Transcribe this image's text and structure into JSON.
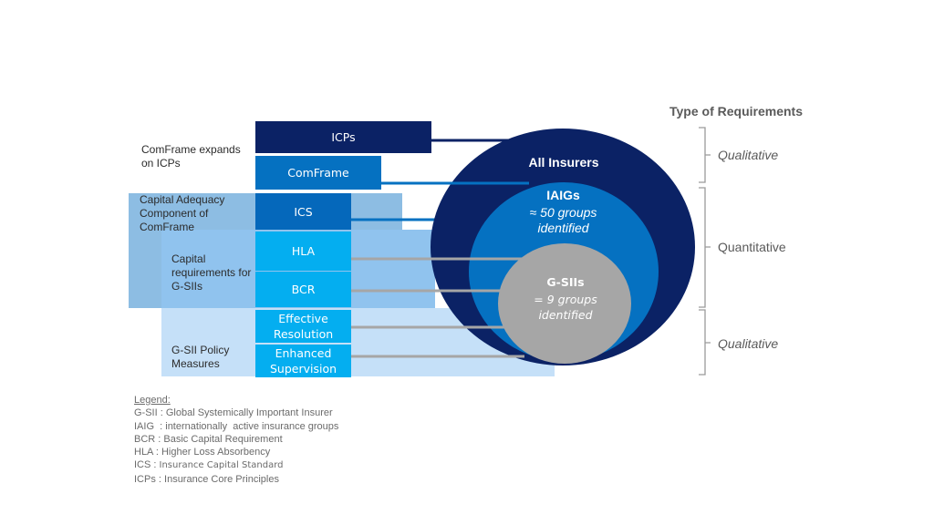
{
  "bands": {
    "comframe_expands": "ComFrame expands on ICPs",
    "capital_adequacy": "Capital Adequacy Component of ComFrame",
    "capital_gsii": "Capital requirements for G-SIIs",
    "gsii_policy": "G-SII Policy Measures"
  },
  "boxes": {
    "icps": "ICPs",
    "comframe": "ComFrame",
    "ics": "ICS",
    "hla": "HLA",
    "bcr": "BCR",
    "effective_resolution": "Effective Resolution",
    "enhanced_supervision": "Enhanced Supervision"
  },
  "circles": {
    "all_insurers": {
      "title": "All Insurers"
    },
    "iaigs": {
      "title": "IAIGs",
      "subtitle": "≈ 50 groups identified"
    },
    "gsiis": {
      "title": "G-SIIs",
      "subtitle": "= 9 groups identified"
    }
  },
  "requirements": {
    "title": "Type of Requirements",
    "items": [
      "Qualitative",
      "Quantitative",
      "Qualitative"
    ]
  },
  "legend": {
    "title": "Legend:",
    "items": [
      {
        "abbr": "G-SII",
        "sep": " : ",
        "desc": "Global Systemically Important Insurer"
      },
      {
        "abbr": "IAIG",
        "sep": "  : ",
        "desc": "internationally  active insurance groups"
      },
      {
        "abbr": "BCR",
        "sep": " : ",
        "desc": "Basic Capital Requirement"
      },
      {
        "abbr": "HLA",
        "sep": " : ",
        "desc": "Higher Loss Absorbency"
      },
      {
        "abbr": "ICS",
        "sep": " : ",
        "desc": "Insurance Capital Standard"
      },
      {
        "abbr": "ICPs",
        "sep": " : ",
        "desc": "Insurance Core Principles"
      }
    ]
  },
  "colors": {
    "navy": "#0b2265",
    "mid_blue": "#0571c1",
    "bright_blue": "#04aef0",
    "gray_circle": "#a6a6a6",
    "connector_gray": "#a6a6a6"
  }
}
